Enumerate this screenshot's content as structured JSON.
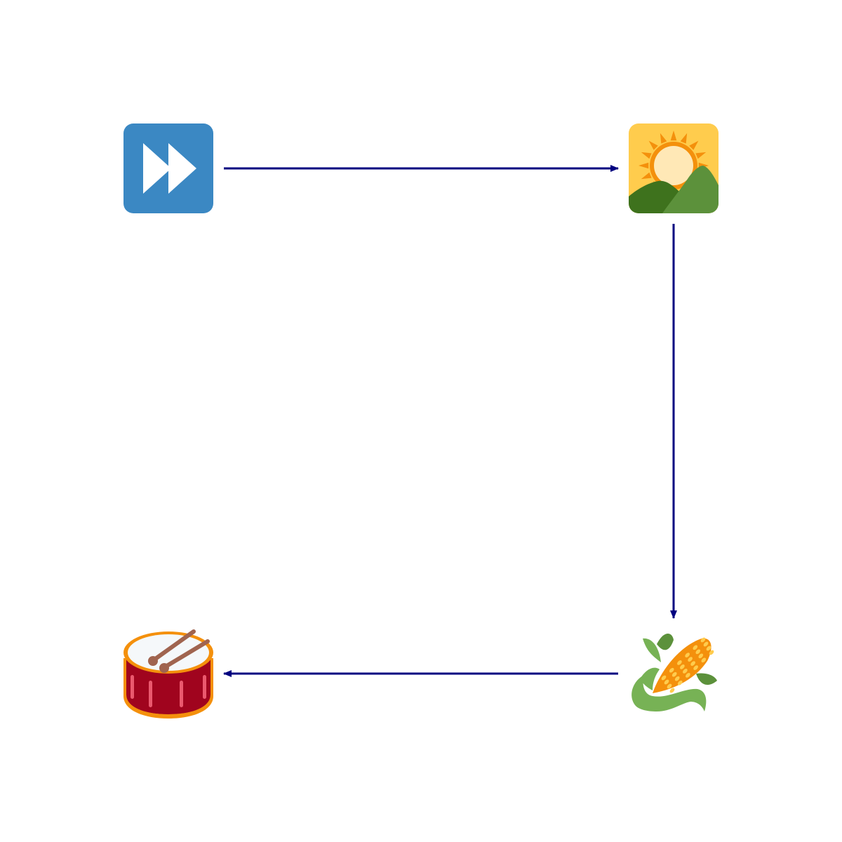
{
  "diagram": {
    "nodes": [
      {
        "id": "fast-forward",
        "icon": "fast-forward-icon"
      },
      {
        "id": "sunrise",
        "icon": "sunrise-over-mountains-icon"
      },
      {
        "id": "corn",
        "icon": "ear-of-corn-icon"
      },
      {
        "id": "drum",
        "icon": "drum-with-drumsticks-icon"
      }
    ],
    "edges": [
      {
        "from": "fast-forward",
        "to": "sunrise"
      },
      {
        "from": "sunrise",
        "to": "corn"
      },
      {
        "from": "corn",
        "to": "drum"
      }
    ],
    "colors": {
      "edge": "#000080",
      "fast_forward_bg": "#3B88C3",
      "sunrise_bg": "#FFCC4D",
      "sun": "#F4900C",
      "mountain_dark": "#3E721D",
      "mountain_light": "#5C913B",
      "corn_husk": "#77B255",
      "corn_kernel": "#F4900C",
      "drum_body": "#A0041E",
      "drum_rim": "#F4900C",
      "drumstick": "#A0644F"
    }
  }
}
